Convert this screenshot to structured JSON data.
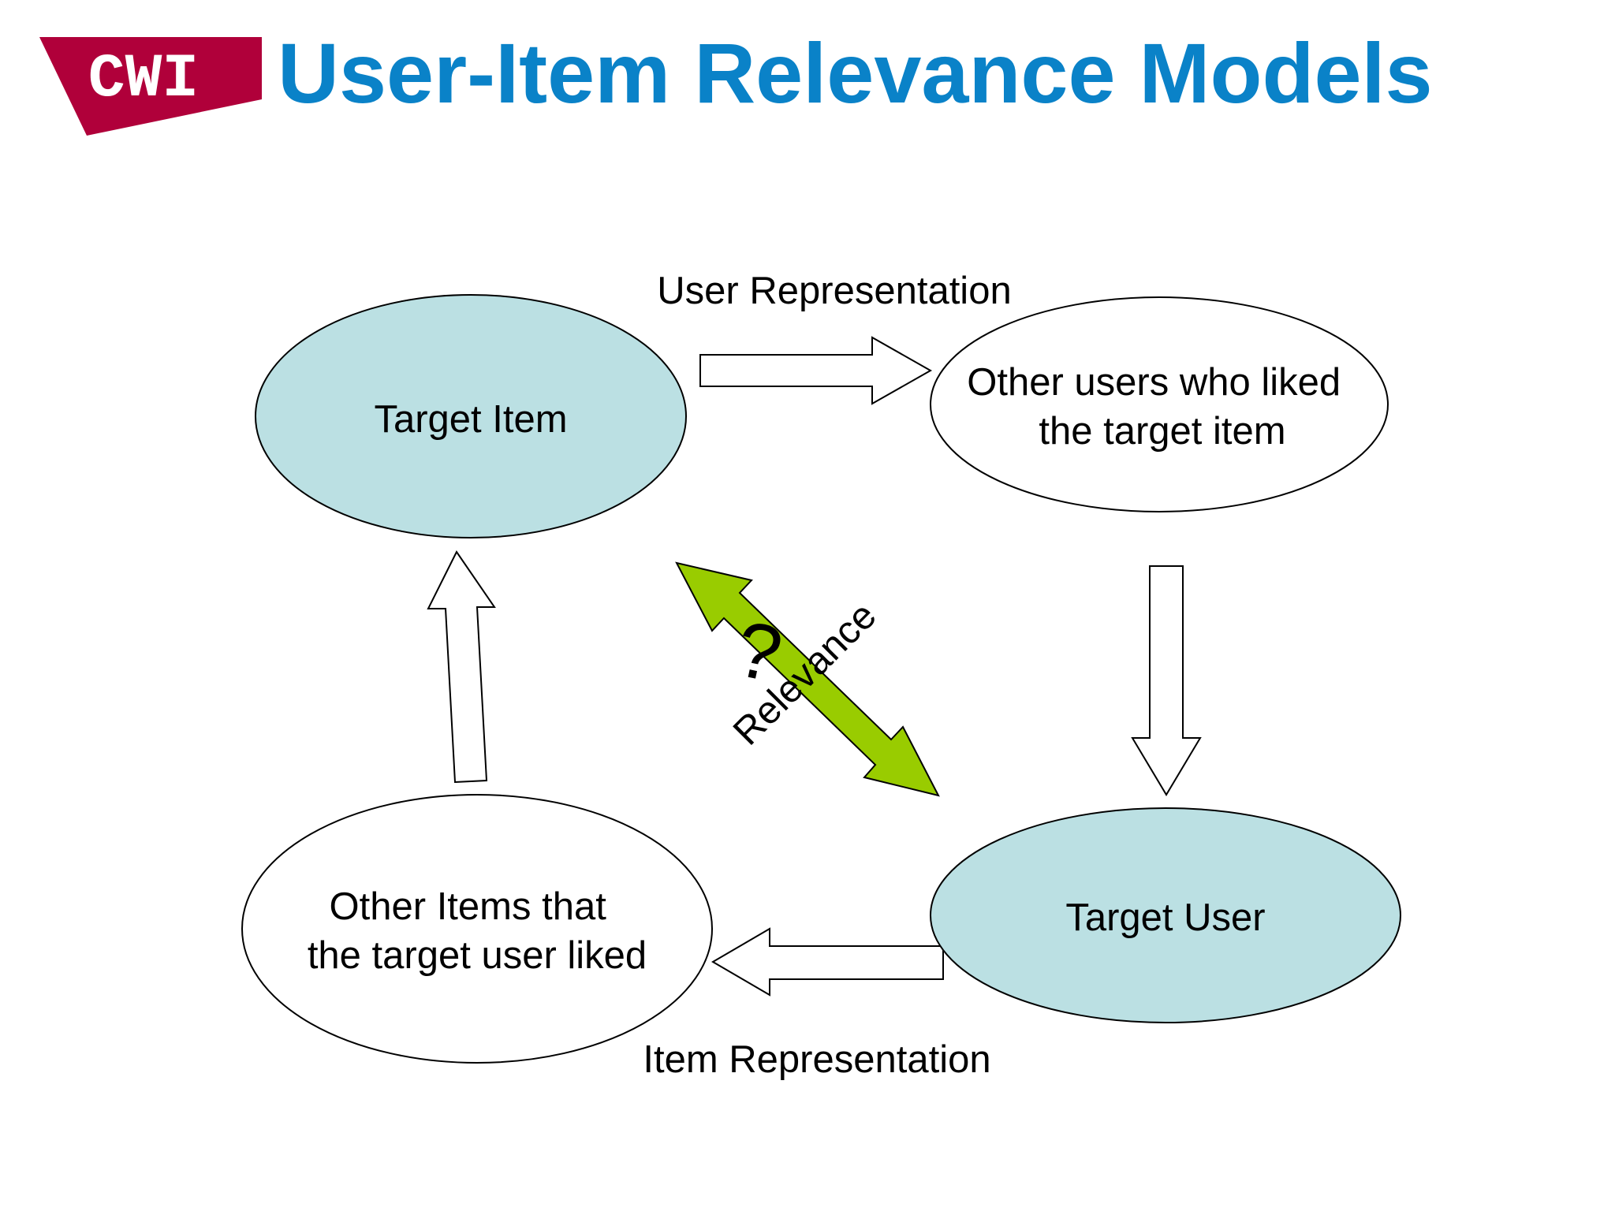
{
  "slide": {
    "title": "User-Item Relevance Models",
    "logo_text": "CWI"
  },
  "colors": {
    "title": "#0a82c8",
    "logo_background": "#b0003a",
    "logo_text": "#ffffff",
    "target_node_fill": "#bbe0e3",
    "other_node_fill": "#ffffff",
    "relevance_arrow_fill": "#99cc00",
    "outline": "#000000"
  },
  "nodes": {
    "target_item": {
      "lines": [
        "Target Item"
      ]
    },
    "other_users": {
      "lines": [
        "Other users who liked",
        "the target item"
      ]
    },
    "target_user": {
      "lines": [
        "Target User"
      ]
    },
    "other_items": {
      "lines": [
        "Other Items that",
        "the target user liked"
      ]
    }
  },
  "labels": {
    "user_representation": "User Representation",
    "item_representation": "Item Representation",
    "relevance": "Relevance",
    "question_mark": "?"
  },
  "edges": [
    {
      "from": "Target Item",
      "to": "Other users who liked the target item",
      "label": "User Representation"
    },
    {
      "from": "Other users who liked the target item",
      "to": "Target User",
      "label": ""
    },
    {
      "from": "Target User",
      "to": "Other Items that the target user liked",
      "label": "Item Representation"
    },
    {
      "from": "Other Items that the target user liked",
      "to": "Target Item",
      "label": ""
    },
    {
      "from": "Target Item",
      "to": "Target User",
      "label": "Relevance",
      "bidirectional": true
    }
  ]
}
